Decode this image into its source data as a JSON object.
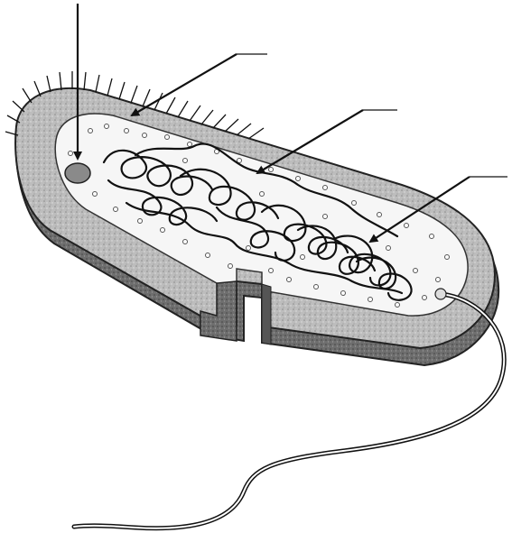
{
  "diagram": {
    "subject": "bacterial-cell-cutaway",
    "parts": [
      {
        "id": "ribosome",
        "label": ""
      },
      {
        "id": "cell-wall",
        "label": ""
      },
      {
        "id": "cytoplasm",
        "label": ""
      },
      {
        "id": "nucleoid-dna",
        "label": ""
      },
      {
        "id": "flagellum",
        "label": ""
      },
      {
        "id": "pili",
        "label": ""
      }
    ],
    "label_lines": [
      {
        "id": "ribosome",
        "label": ""
      },
      {
        "id": "cell-wall",
        "label": ""
      },
      {
        "id": "cytoplasm",
        "label": ""
      },
      {
        "id": "nucleoid-dna",
        "label": ""
      }
    ]
  },
  "colors": {
    "ink": "#111111",
    "wall_outer": "#7a7a7a",
    "wall_inner": "#cfcfcf",
    "interior": "#f4f4f4",
    "background": "#ffffff"
  }
}
